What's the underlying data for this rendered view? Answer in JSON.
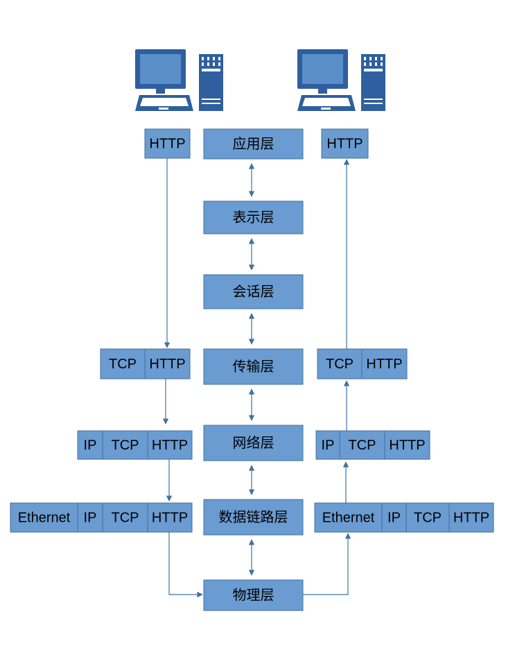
{
  "colors": {
    "box_fill": "#6a9bd1",
    "box_stroke": "#41719c",
    "arrow": "#41719c",
    "computer": "#2f5f9e",
    "screen": "#5b8fc9"
  },
  "icons": {
    "left": "computer-icon",
    "right": "computer-icon"
  },
  "layers": [
    "应用层",
    "表示层",
    "会话层",
    "传输层",
    "网络层",
    "数据链路层",
    "物理层"
  ],
  "left_stack": {
    "application": [
      "HTTP"
    ],
    "transport": [
      "TCP",
      "HTTP"
    ],
    "network": [
      "IP",
      "TCP",
      "HTTP"
    ],
    "datalink": [
      "Ethernet",
      "IP",
      "TCP",
      "HTTP"
    ]
  },
  "right_stack": {
    "application": [
      "HTTP"
    ],
    "transport": [
      "TCP",
      "HTTP"
    ],
    "network": [
      "IP",
      "TCP",
      "HTTP"
    ],
    "datalink": [
      "Ethernet",
      "IP",
      "TCP",
      "HTTP"
    ]
  }
}
